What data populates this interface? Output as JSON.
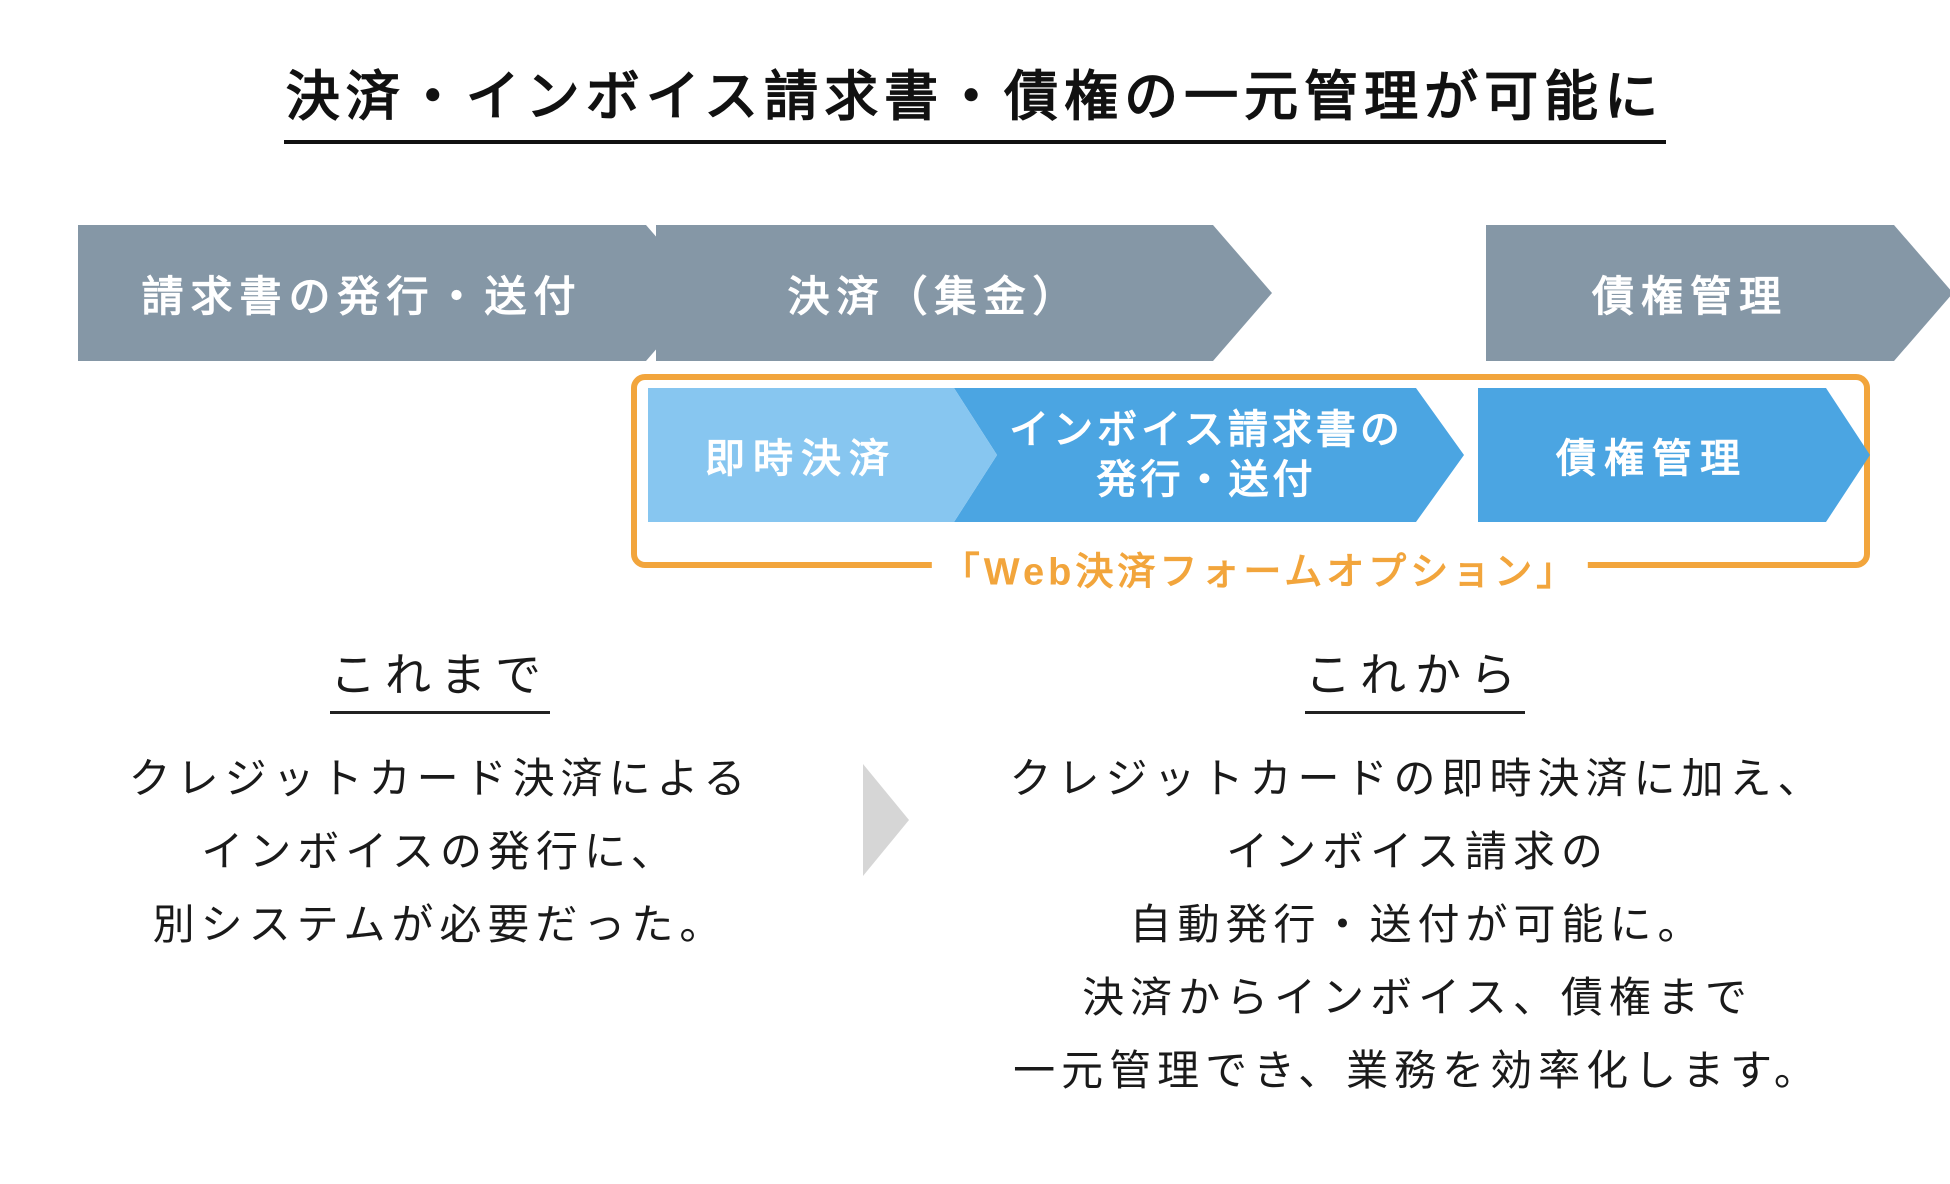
{
  "page": {
    "title": "決済・インボイス請求書・債権の一元管理が可能に"
  },
  "colors": {
    "gray_arrow": "#8597A6",
    "light_blue_arrow": "#87C6F0",
    "blue_arrow": "#4BA5E2",
    "orange_accent": "#F2A53C",
    "triangle_gray": "#D6D6D6",
    "text": "#1A1A1A"
  },
  "flow_top": {
    "steps": [
      "請求書の発行・送付",
      "決済（集金）",
      "債権管理"
    ]
  },
  "flow_option": {
    "label": "「Web決済フォームオプション」",
    "step1": "即時決済",
    "step2_line1": "インボイス請求書の",
    "step2_line2": "発行・送付",
    "step3": "債権管理"
  },
  "before": {
    "heading": "これまで",
    "lines": [
      "クレジットカード決済による",
      "インボイスの発行に、",
      "別システムが必要だった。"
    ]
  },
  "after": {
    "heading": "これから",
    "lines": [
      "クレジットカードの即時決済に加え、",
      "インボイス請求の",
      "自動発行・送付が可能に。",
      "決済からインボイス、債権まで",
      "一元管理でき、業務を効率化します。"
    ]
  }
}
